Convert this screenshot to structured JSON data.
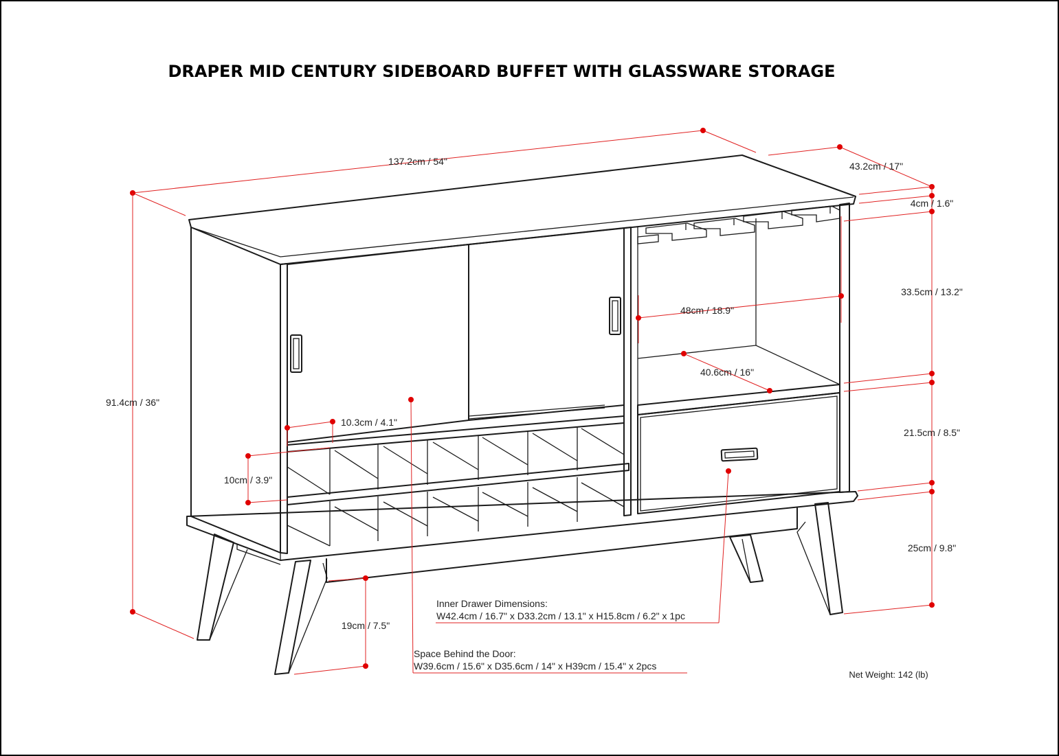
{
  "title": "DRAPER MID CENTURY SIDEBOARD BUFFET WITH GLASSWARE STORAGE",
  "dimensions": {
    "width": "137.2cm / 54\"",
    "depth": "43.2cm / 17\"",
    "height": "91.4cm / 36\"",
    "top_thickness": "4cm / 1.6\"",
    "glass_section_height": "33.5cm / 13.2\"",
    "glass_section_width": "48cm / 18.9\"",
    "glass_section_depth": "40.6cm / 16\"",
    "drawer_height": "21.5cm / 8.5\"",
    "leg_height": "25cm / 9.8\"",
    "cubby_width": "10.3cm / 4.1\"",
    "cubby_height": "10cm / 3.9\"",
    "floor_clearance": "19cm / 7.5\""
  },
  "notes": {
    "inner_drawer_title": "Inner Drawer Dimensions:",
    "inner_drawer_value": "W42.4cm / 16.7\" x D33.2cm / 13.1\" x H15.8cm / 6.2\" x 1pc",
    "behind_door_title": "Space Behind the Door:",
    "behind_door_value": "W39.6cm / 15.6\" x D35.6cm / 14\" x H39cm / 15.4\" x 2pcs",
    "net_weight": "Net Weight: 142 (lb)"
  },
  "colors": {
    "dimension_line": "#e02020",
    "outline": "#1a1a1a"
  }
}
